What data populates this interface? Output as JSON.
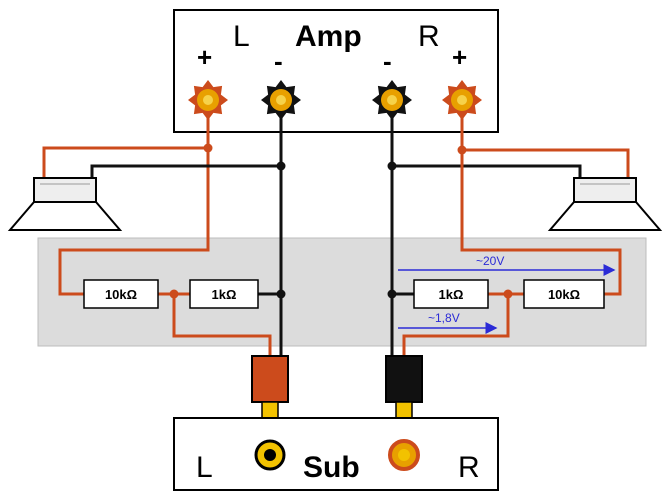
{
  "amp": {
    "title": "Amp",
    "left_label": "L",
    "right_label": "R"
  },
  "terminals": {
    "plus": "+",
    "minus": "-"
  },
  "resistors": {
    "left_outer": "10kΩ",
    "left_inner": "1kΩ",
    "right_inner": "1kΩ",
    "right_outer": "10kΩ"
  },
  "voltages": {
    "full": "~20V",
    "divided": "~1,8V"
  },
  "sub": {
    "title": "Sub",
    "left_label": "L",
    "right_label": "R"
  },
  "colors": {
    "wire_red": "#cc4b1c",
    "wire_black": "#111111",
    "board": "#dcdcdc",
    "arrow": "#2b2bd6",
    "terminal_orange": "#e8a000"
  }
}
